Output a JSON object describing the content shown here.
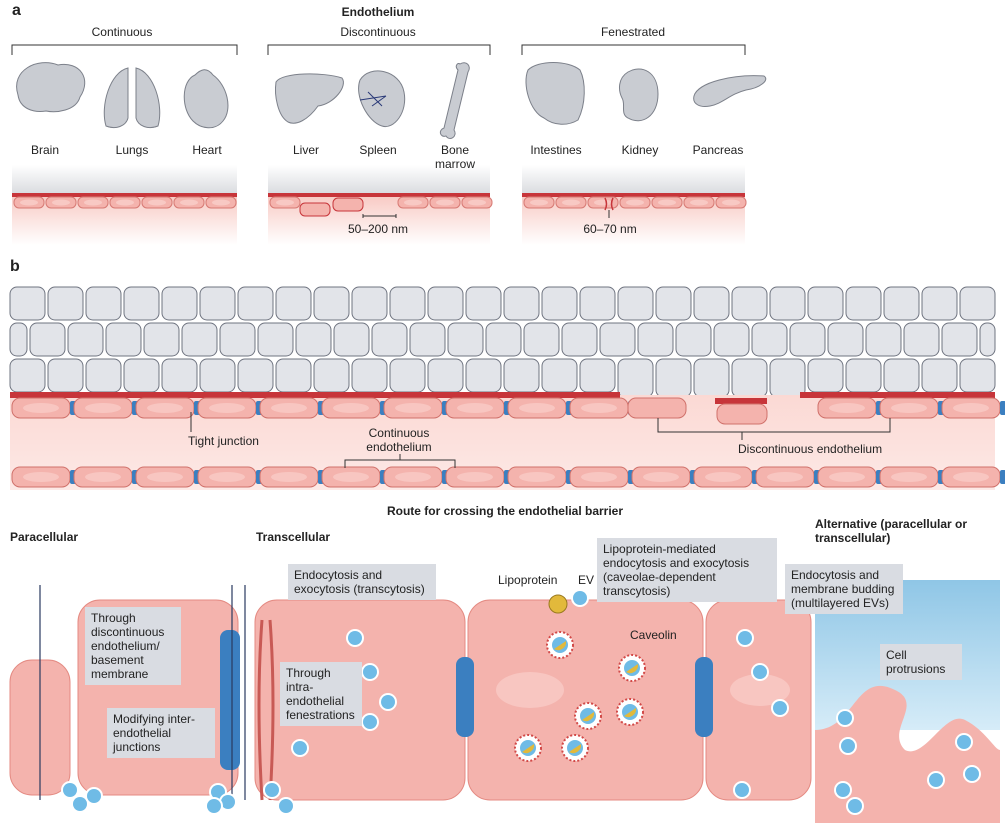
{
  "panel_a": {
    "label": "a",
    "title": "Endothelium",
    "groups": [
      {
        "name": "Continuous",
        "organs": [
          "Brain",
          "Lungs",
          "Heart"
        ]
      },
      {
        "name": "Discontinuous",
        "organs": [
          "Liver",
          "Spleen",
          "Bone marrow"
        ],
        "gap_size": "50–200 nm"
      },
      {
        "name": "Fenestrated",
        "organs": [
          "Intestines",
          "Kidney",
          "Pancreas"
        ],
        "gap_size": "60–70 nm"
      }
    ]
  },
  "panel_b": {
    "label": "b",
    "tight_junction": "Tight junction",
    "continuous": "Continuous endothelium",
    "discontinuous": "Discontinuous endothelium",
    "route_title": "Route for crossing the endothelial barrier",
    "routes": {
      "paracellular": {
        "title": "Paracellular",
        "box1": "Through discontinuous endothelium/ basement membrane",
        "box2": "Modifying inter-endothelial junctions"
      },
      "transcellular": {
        "title": "Transcellular",
        "box1": "Endocytosis and exocytosis (transcytosis)",
        "box2": "Through intra-endothelial fenestrations",
        "box3": "Lipoprotein-mediated endocytosis and exocytosis (caveolae-dependent transcytosis)",
        "lipoprotein": "Lipoprotein",
        "ev": "EV",
        "caveolin": "Caveolin"
      },
      "alternative": {
        "title": "Alternative (paracellular or transcellular)",
        "box1": "Endocytosis and membrane budding (multilayered EVs)",
        "box2": "Cell protrusions"
      }
    }
  },
  "colors": {
    "endothelial_cell": "#f4b3ad",
    "basement_red": "#c7353a",
    "junction_blue": "#3b7fc0",
    "ev_blue": "#6fbbe6",
    "lipoprotein_yellow": "#e2b93b",
    "tissue_gray": "#e2e4e9",
    "label_box": "#d9dce2"
  }
}
